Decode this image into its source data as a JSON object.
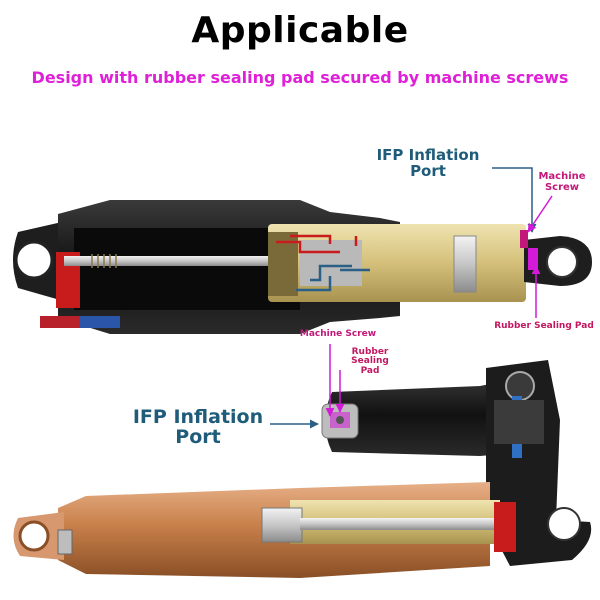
{
  "header": {
    "title": "Applicable",
    "subtitle": "Design with rubber sealing pad secured by machine screws"
  },
  "labels": {
    "ifp_top_line1": "IFP Inflation",
    "ifp_top_line2": "Port",
    "machine_screw_top_line1": "Machine",
    "machine_screw_top_line2": "Screw",
    "rubber_pad_top": "Rubber Sealing Pad",
    "machine_screw_bottom": "Machine Screw",
    "rubber_pad_bottom_line1": "Rubber Sealing",
    "rubber_pad_bottom_line2": "Pad",
    "ifp_bottom_line1": "IFP Inflation",
    "ifp_bottom_line2": "Port"
  },
  "colors": {
    "title": "#000000",
    "subtitle": "#e020d8",
    "ifp_label": "#1f5c7a",
    "callout_magenta": "#c2187a",
    "callout_pink": "#c21860",
    "arrow_magenta": "#d21ad8",
    "shaft_gold": "#d8c88a",
    "body_black": "#1a1a1a",
    "copper": "#c8804a"
  }
}
